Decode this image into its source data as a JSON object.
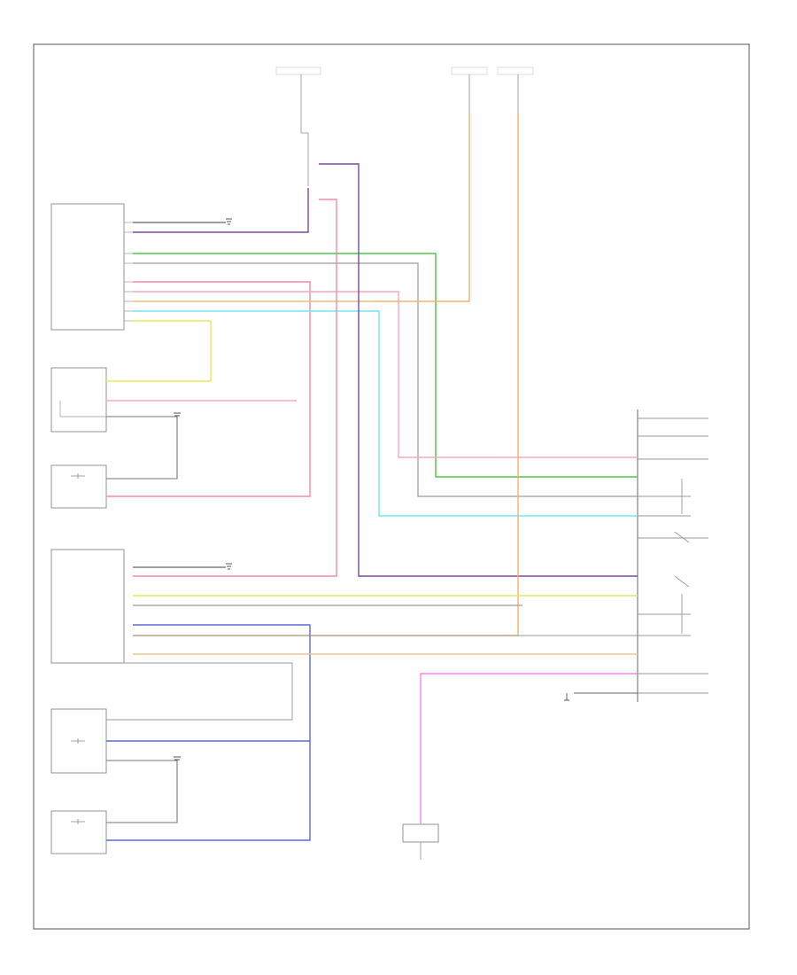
{
  "footer": {
    "ref": ""
  },
  "colors": {
    "red": "#f48aa2",
    "pink": "#f8a8b8",
    "green": "#46c846",
    "purple": "#7a4a9a",
    "violet": "#b84ab8",
    "blue": "#5a6ad8",
    "orange": "#f6b070",
    "yellow": "#e8e860",
    "cyan": "#6ee8ee",
    "lightblue": "#8aa8f0",
    "magenta": "#ee88ee",
    "tan": "#e8c890",
    "gray": "#9a9a9a",
    "dark": "#555555"
  },
  "components": [
    {
      "id": "driver-seat-module",
      "label": ""
    },
    {
      "id": "driver-cushion-heater",
      "label": ""
    },
    {
      "id": "driver-back-heater",
      "label": ""
    },
    {
      "id": "passenger-seat-module",
      "label": ""
    },
    {
      "id": "passenger-cushion-heater",
      "label": ""
    },
    {
      "id": "passenger-back-heater",
      "label": ""
    },
    {
      "id": "heated-seat-switch",
      "label": ""
    },
    {
      "id": "seat-control-fuse",
      "label": ""
    },
    {
      "id": "battery-fuse-top",
      "label": ""
    },
    {
      "id": "ignition-fuses-top",
      "label": ""
    }
  ]
}
